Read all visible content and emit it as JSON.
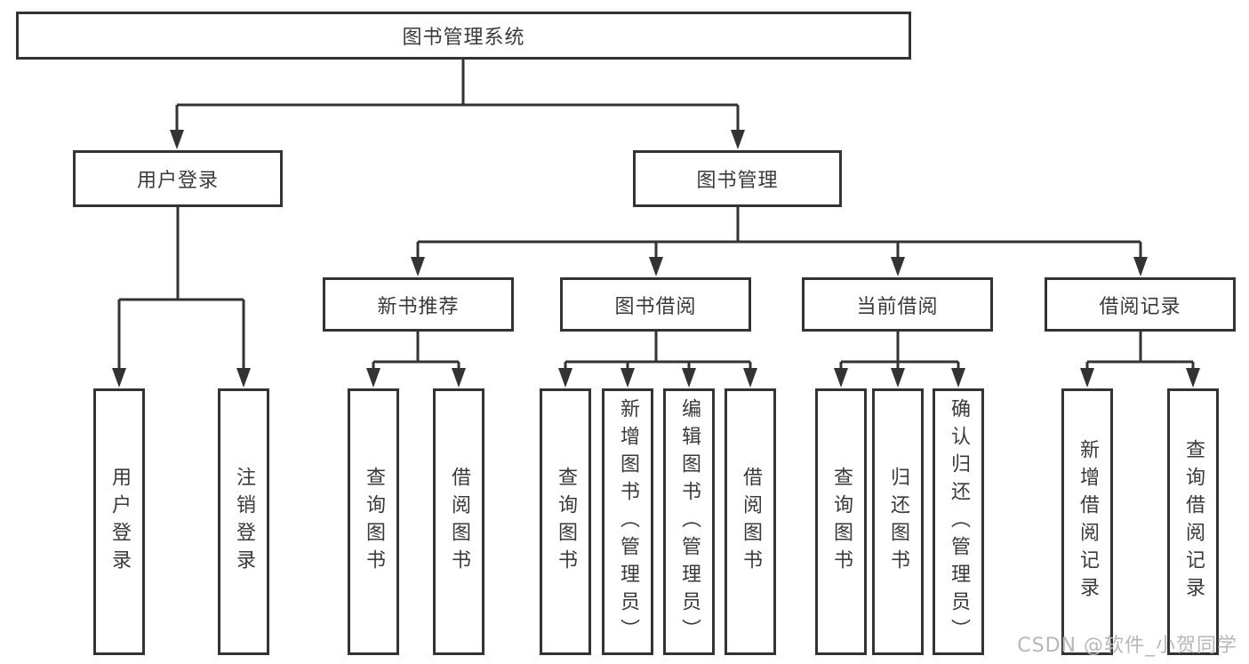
{
  "tree": {
    "label": "图书管理系统",
    "children": [
      {
        "label": "用户登录",
        "children": [
          {
            "label": "用户登录"
          },
          {
            "label": "注销登录"
          }
        ]
      },
      {
        "label": "图书管理",
        "children": [
          {
            "label": "新书推荐",
            "children": [
              {
                "label": "查询图书"
              },
              {
                "label": "借阅图书"
              }
            ]
          },
          {
            "label": "图书借阅",
            "children": [
              {
                "label": "查询图书"
              },
              {
                "label": "新增图书（管理员）"
              },
              {
                "label": "编辑图书（管理员）"
              },
              {
                "label": "借阅图书"
              }
            ]
          },
          {
            "label": "当前借阅",
            "children": [
              {
                "label": "查询图书"
              },
              {
                "label": "归还图书"
              },
              {
                "label": "确认归还（管理员）"
              }
            ]
          },
          {
            "label": "借阅记录",
            "children": [
              {
                "label": "新增借阅记录"
              },
              {
                "label": "查询借阅记录"
              }
            ]
          }
        ]
      }
    ]
  },
  "watermark": {
    "text": "CSDN @软件_小贺同学"
  },
  "colors": {
    "line": "#333333",
    "text": "#3a3a3a",
    "watermark": "#b7b7b7",
    "background": "#ffffff"
  }
}
